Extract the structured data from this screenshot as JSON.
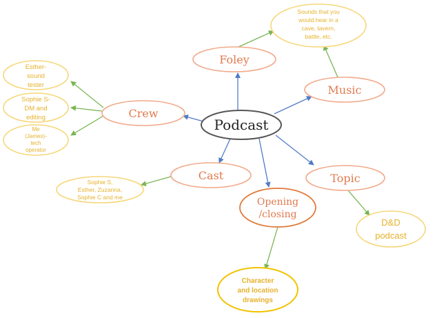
{
  "colors": {
    "center_border": "#555555",
    "primary_border": "#f2a98a",
    "primary_text": "#e07a4e",
    "secondary_border": "#f6d77a",
    "secondary_text": "#e6b12b",
    "opening_border": "#e07a3a",
    "yellow_strong": "#f2c200",
    "arrow_blue": "#4f7cc5",
    "arrow_green": "#7ab553"
  },
  "diagram": {
    "center": "Podcast",
    "nodes": {
      "foley": "Foley",
      "music": "Music",
      "crew": "Crew",
      "cast": "Cast",
      "topic": "Topic",
      "opening": [
        "Opening",
        "/closing"
      ],
      "sounds": [
        "Sounds that you",
        "would hear in a",
        "cave, tavern,",
        "battle, etc."
      ],
      "esther": [
        "Esther-",
        "sound",
        "tester"
      ],
      "sophie_s_dm": [
        "Sophie S-",
        "DM and",
        "editing"
      ],
      "me_james": [
        "Me",
        "(James)-",
        "tech",
        "operator"
      ],
      "cast_members": [
        "Sophie S,",
        "Esther, Zuzanna,",
        "Sophie C and me"
      ],
      "dnd": [
        "D&D",
        "podcast"
      ],
      "drawings": [
        "Character",
        "and location",
        "drawings"
      ]
    }
  }
}
